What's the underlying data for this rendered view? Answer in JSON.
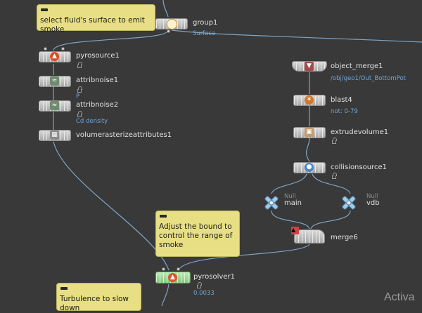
{
  "notes": [
    {
      "id": "emit",
      "text": "select fluid's surface to emit smoke"
    },
    {
      "id": "bound",
      "text": "Adjust the bound to control the range of smoke"
    },
    {
      "id": "turb",
      "text": "Turbulence to slow down"
    }
  ],
  "nodes": {
    "group1": {
      "name": "group1",
      "sub": "Surface",
      "icon": "group-icon"
    },
    "pyrosource1": {
      "name": "pyrosource1",
      "icon": "flame-icon"
    },
    "attribnoise1": {
      "name": "attribnoise1",
      "sub": "P",
      "icon": "noise-icon"
    },
    "attribnoise2": {
      "name": "attribnoise2",
      "sub": "Cd density",
      "icon": "noise-icon"
    },
    "volumerasterize": {
      "name": "volumerasterizeattributes1",
      "icon": "rasterize-icon"
    },
    "object_merge1": {
      "name": "object_merge1",
      "sub": "/obj/geo1/Out_BottomPot",
      "icon": "object-merge-icon"
    },
    "blast4": {
      "name": "blast4",
      "sub": "not: 0-79",
      "icon": "blast-icon"
    },
    "extrudevolume1": {
      "name": "extrudevolume1",
      "icon": "extrude-icon"
    },
    "collisionsource1": {
      "name": "collisionsource1",
      "icon": "collision-icon"
    },
    "main": {
      "name": "main",
      "type": "Null",
      "icon": "null-icon"
    },
    "vdb": {
      "name": "vdb",
      "type": "Null",
      "icon": "null-icon"
    },
    "merge6": {
      "name": "merge6",
      "icon": "merge-icon"
    },
    "pyrosolver1": {
      "name": "pyrosolver1",
      "sub": "0.0033",
      "icon": "pyro-solver-icon"
    }
  },
  "watermark": "Activa",
  "colors": {
    "background": "#393939",
    "wire": "#7fa6c6",
    "sticky": "#e8df84",
    "label": "#e2e2e2",
    "sublabel": "#6fa6d6",
    "solver_node": "#a8dba1"
  }
}
